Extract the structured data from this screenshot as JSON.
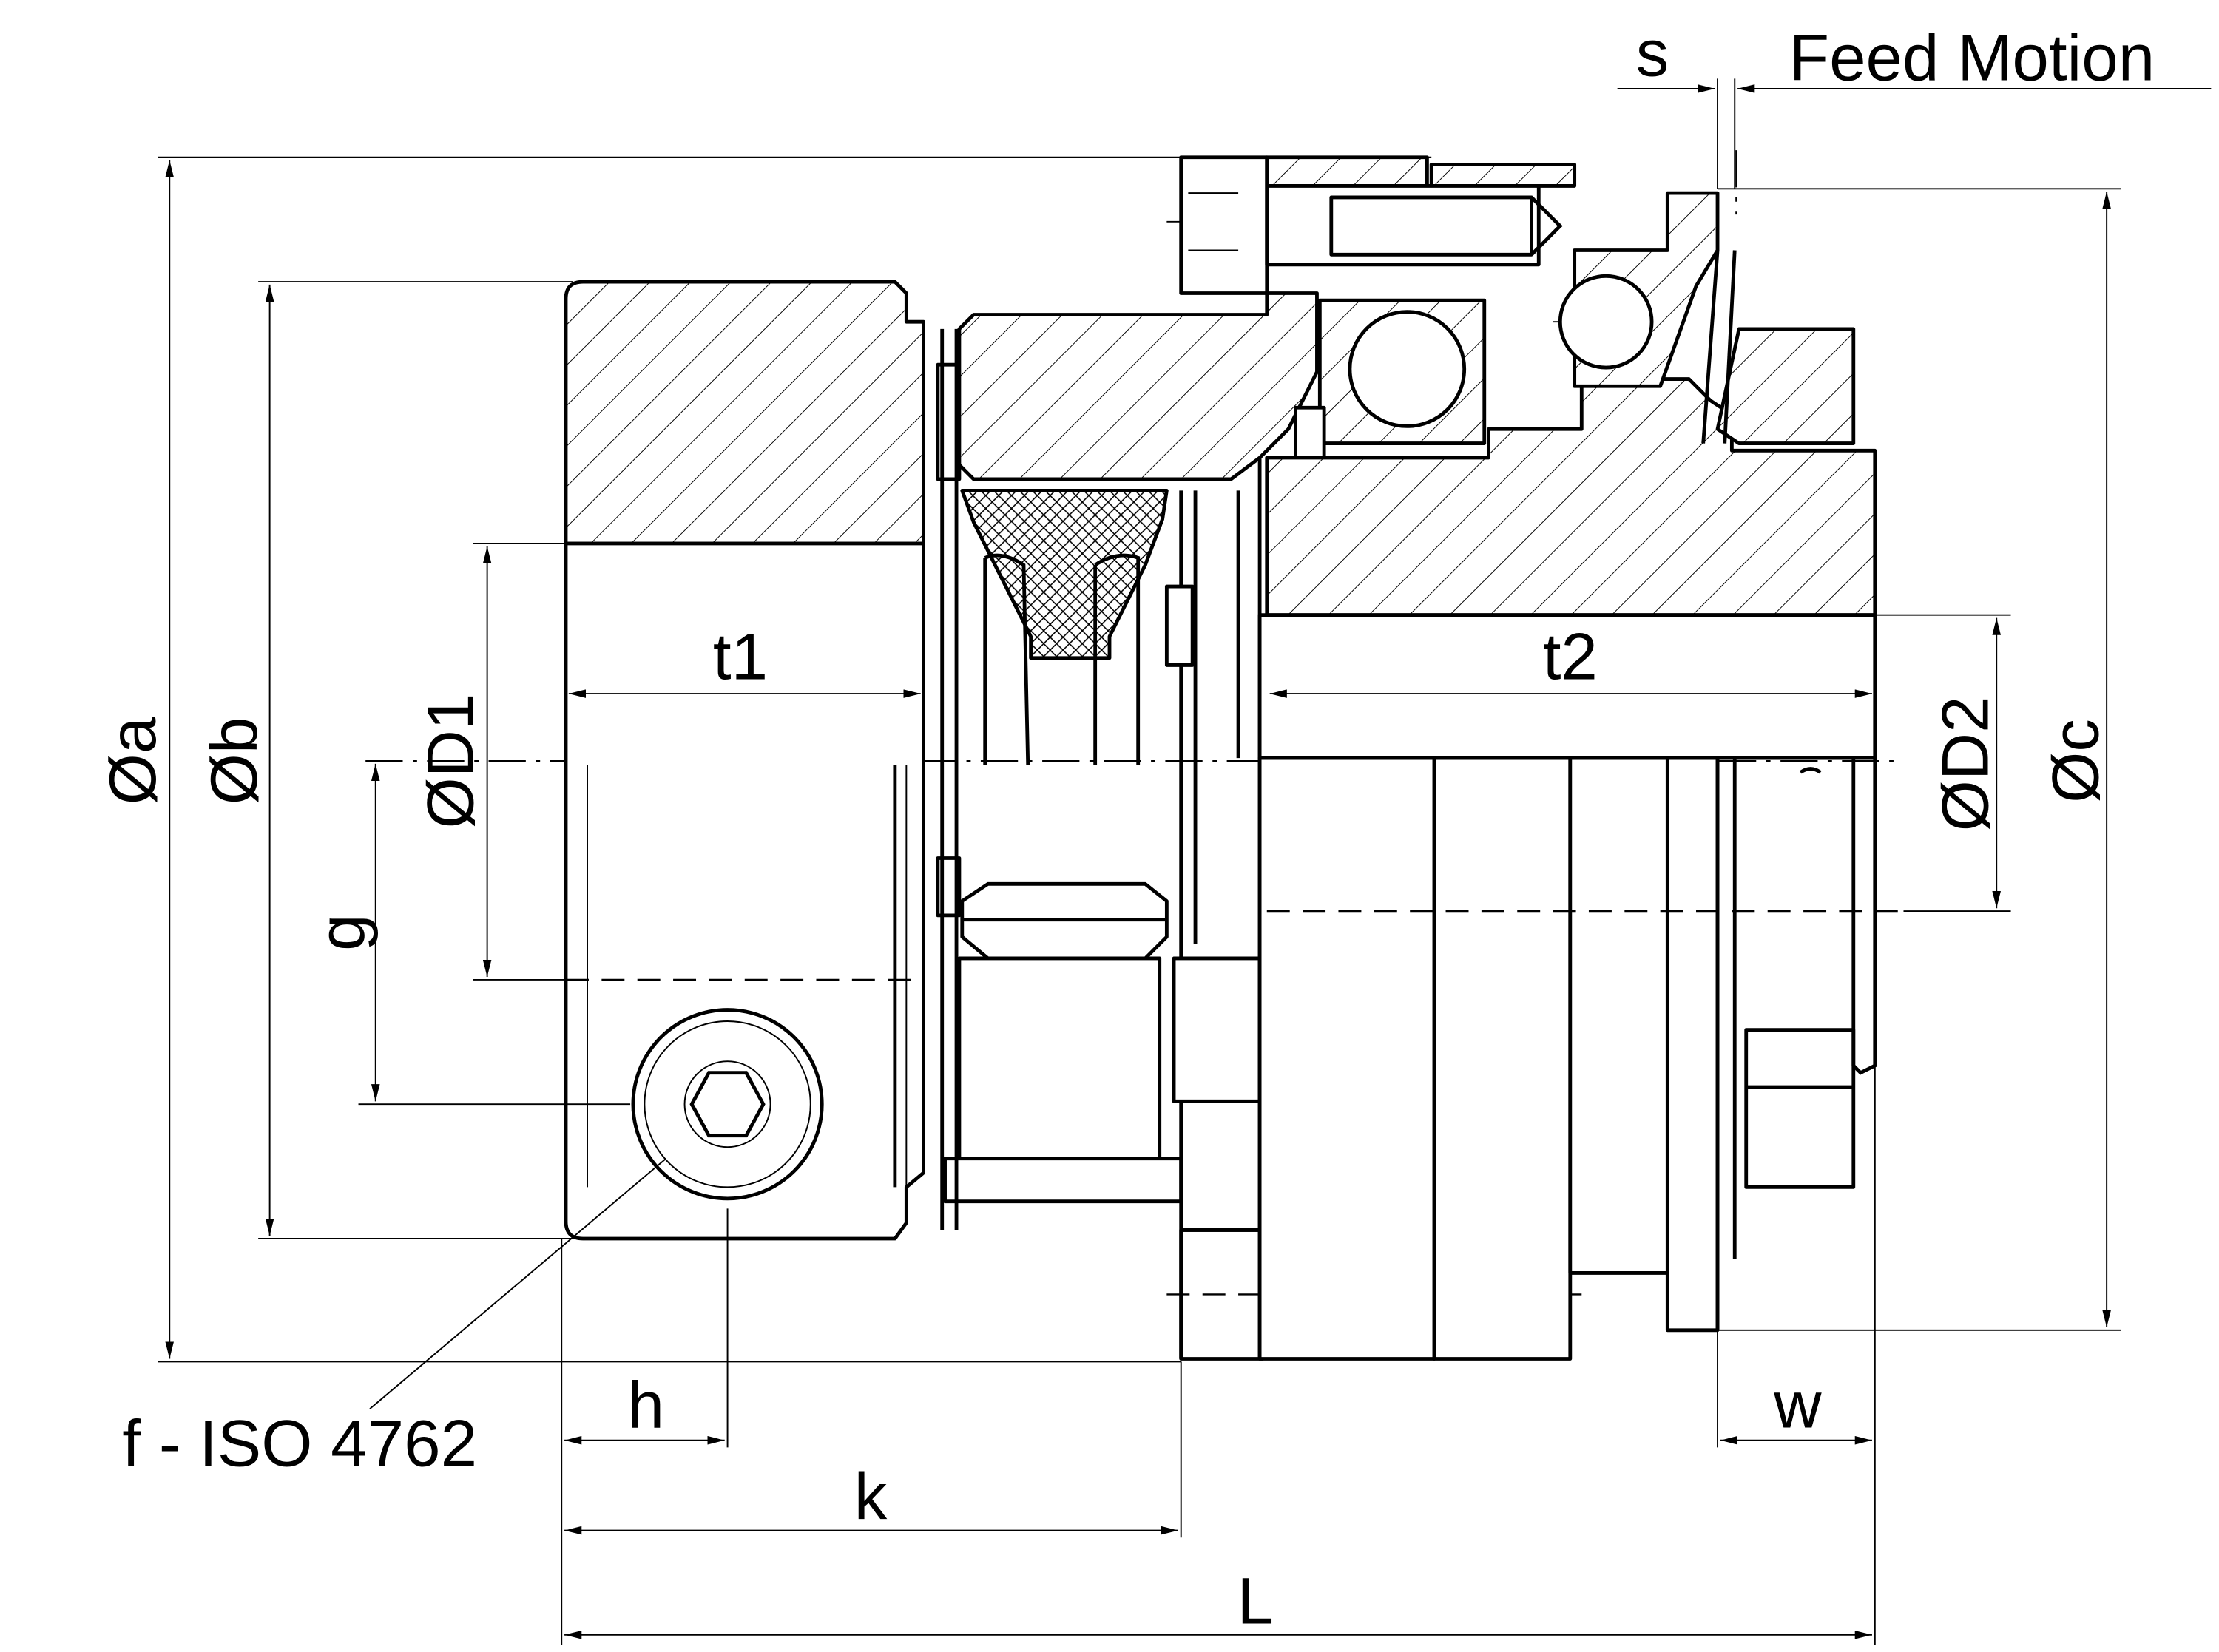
{
  "drawing": {
    "type": "technical cross-section drawing of a coupling",
    "labels": {
      "feed_motion": "Feed Motion",
      "s": "s",
      "a": "Øa",
      "b": "Øb",
      "c": "Øc",
      "D1": "ØD1",
      "D2": "ØD2",
      "g": "g",
      "t1": "t1",
      "t2": "t2",
      "h": "h",
      "k": "k",
      "L": "L",
      "w": "w",
      "screw_callout": "f - ISO 4762"
    },
    "colors": {
      "line": "#000000",
      "background": "#ffffff"
    }
  }
}
